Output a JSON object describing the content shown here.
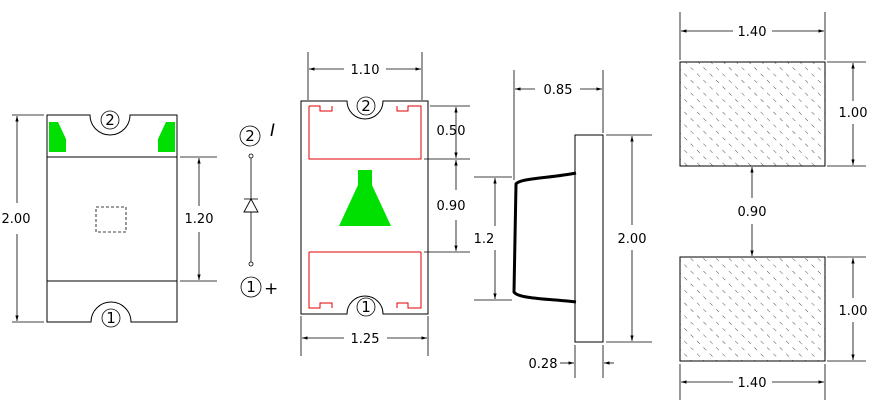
{
  "colors": {
    "line": "#000000",
    "pad_marker": "#00e000",
    "pad_outline": "#e00000",
    "background": "#ffffff"
  },
  "icons": [
    "diode-icon",
    "hatch-pattern"
  ],
  "view1": {
    "height": "2.00",
    "inner_height": "1.20",
    "pin_top": "2",
    "pin_bottom": "1"
  },
  "schematic": {
    "pin_top": "2",
    "pin_top_sign": "I",
    "pin_bottom": "1",
    "pin_bottom_sign": "+"
  },
  "view2": {
    "top_width": "1.10",
    "pad_height": "0.50",
    "gap": "0.90",
    "bottom_width": "1.25",
    "pin_top": "2",
    "pin_bottom": "1"
  },
  "view3": {
    "depth": "0.85",
    "lead_height": "1.2",
    "height": "2.00",
    "thickness": "0.28"
  },
  "view4": {
    "top_width": "1.40",
    "top_height": "1.00",
    "gap": "0.90",
    "bottom_height": "1.00",
    "bottom_width": "1.40"
  }
}
